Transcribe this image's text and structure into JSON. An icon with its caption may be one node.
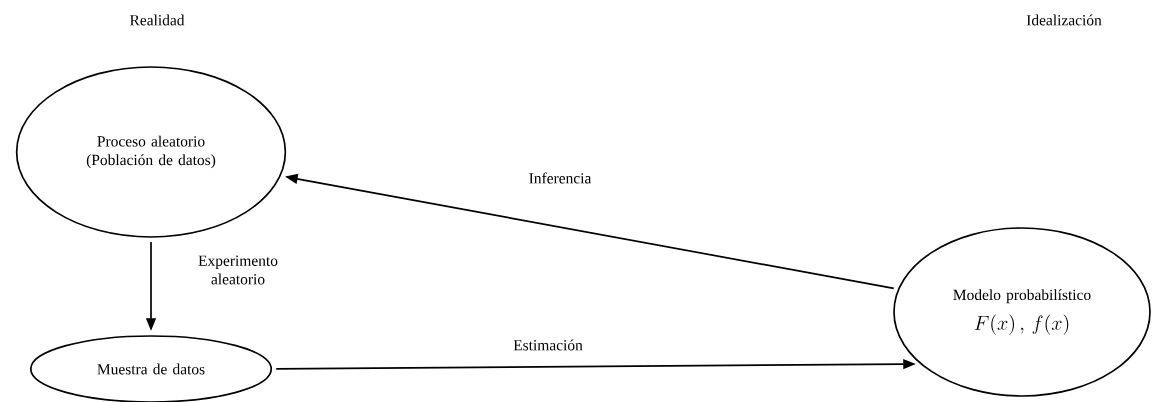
{
  "diagram": {
    "nodes": [
      {
        "text": [
          "Proceso aleatorio (Población de datos)"
        ]
      },
      {
        "text": [
          "Muestra de datos"
        ]
      },
      {
        "text": [
          "Modelo probabilístico",
          "F(x)\\,,\\,f(x)"
        ]
      }
    ],
    "edges": [
      {
        "from": 2,
        "to": 0,
        "arrow": "to",
        "label": "Inferencia"
      },
      {
        "from": 0,
        "to": 1,
        "arrow": "to",
        "label": "Experimento aleatorio"
      },
      {
        "from": 1,
        "to": 2,
        "arrow": "to",
        "label": "Estimación"
      }
    ],
    "labels": [
      "Realidad",
      "Idealización"
    ]
  }
}
